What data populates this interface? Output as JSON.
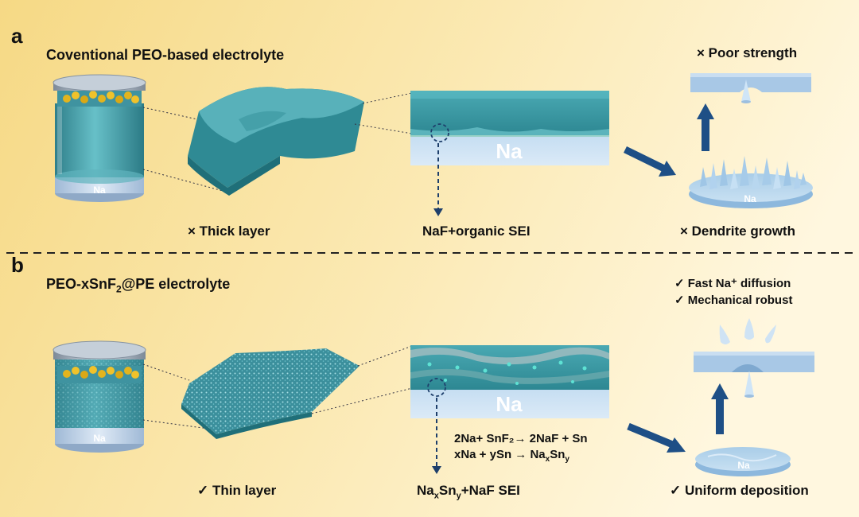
{
  "panel_a": {
    "letter": "a",
    "title": "Coventional PEO-based electrolyte",
    "cell_label": "Na",
    "electrode_label": "Na",
    "deposit_label": "Na",
    "note_left": "× Thick layer",
    "note_mid": "NaF+organic SEI",
    "note_top_right": "× Poor strength",
    "note_bottom_right": "× Dendrite growth"
  },
  "panel_b": {
    "letter": "b",
    "title_prefix": "PEO-xSnF",
    "title_sub": "2",
    "title_suffix": "@PE electrolyte",
    "cell_label": "Na",
    "electrode_label": "Na",
    "deposit_label": "Na",
    "check_1": "✓  Fast Na⁺ diffusion",
    "check_2": "✓  Mechanical robust",
    "eq1": "2Na+ SnF₂→ 2NaF + Sn",
    "eq2_prefix": "xNa + ySn → Na",
    "eq2_sub1": "x",
    "eq2_mid": "Sn",
    "eq2_sub2": "y",
    "note_left": "✓   Thin layer",
    "sei_prefix": "Na",
    "sei_sub1": "x",
    "sei_mid": "Sn",
    "sei_sub2": "y",
    "sei_suffix": "+NaF SEI",
    "note_right": "✓  Uniform deposition"
  },
  "colors": {
    "background_left": "#f7dd88",
    "background_right": "#fff5d6",
    "electrolyte": "#3f9ba5",
    "sodium": "#cfe4f3",
    "arrow": "#1e4f86"
  }
}
